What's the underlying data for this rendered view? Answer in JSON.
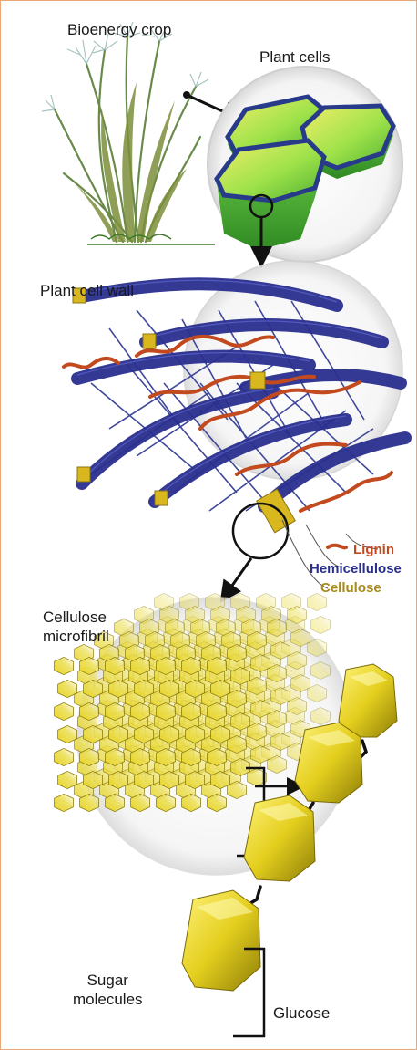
{
  "labels": {
    "bioenergy_crop": "Bioenergy crop",
    "plant_cells": "Plant cells",
    "plant_cell_wall": "Plant cell wall",
    "cellulose_microfibril": "Cellulose\nmicrofibril",
    "sugar_molecules": "Sugar\nmolecules",
    "glucose": "Glucose"
  },
  "legend": {
    "lignin": "Lignin",
    "hemicellulose": "Hemicellulose",
    "cellulose": "Cellulose"
  },
  "colors": {
    "border": "#e8a878",
    "lignin": "#c24a1e",
    "hemicellulose": "#2a2f8f",
    "cellulose": "#a88a1a",
    "cell_green": "#5ec43a",
    "sugar_yellow": "#e6d22a"
  }
}
